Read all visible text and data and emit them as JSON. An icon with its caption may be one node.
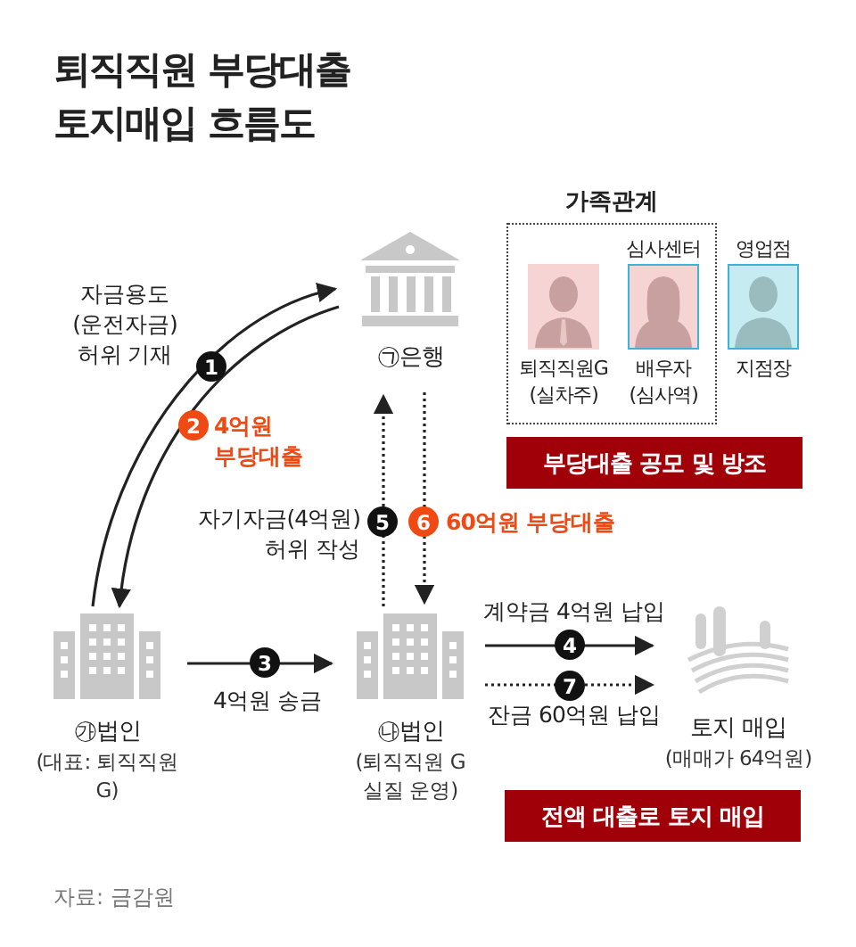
{
  "diagram": {
    "title": "퇴직직원 부당대출 토지매입 흐름도",
    "nodes": [
      {
        "text": [
          "㉠은행"
        ]
      },
      {
        "text": [
          "㉮법인",
          "(대표: 퇴직직원 G)"
        ]
      },
      {
        "text": [
          "㉯법인",
          "(퇴직직원 G 실질 운영)"
        ]
      },
      {
        "text": [
          "토지 매입",
          "(매매가 64억원)"
        ]
      },
      {
        "text": [
          "가족관계"
        ]
      },
      {
        "text": [
          "퇴직직원G (실차주)"
        ],
        "in": 4
      },
      {
        "text": [
          "심사센터",
          "배우자 (심사역)"
        ],
        "in": 4
      },
      {
        "text": [
          "영업점",
          "지점장"
        ]
      },
      {
        "text": [
          "부당대출 공모 및 방조"
        ]
      },
      {
        "text": [
          "전액 대출로 토지 매입"
        ]
      }
    ],
    "edges": [
      {
        "from": 1,
        "to": 0,
        "arrow": "to",
        "label": "자금용도 (운전자금) 허위 기재"
      },
      {
        "from": 0,
        "to": 1,
        "arrow": "to",
        "label": "4억원 부당대출"
      },
      {
        "from": 1,
        "to": 2,
        "arrow": "to",
        "label": "4억원 송금"
      },
      {
        "from": 2,
        "to": 0,
        "arrow": "to",
        "style": "dashed",
        "label": "자기자금(4억원) 허위 작성"
      },
      {
        "from": 0,
        "to": 2,
        "arrow": "to",
        "style": "dashed",
        "label": "60억원 부당대출"
      },
      {
        "from": 2,
        "to": 3,
        "arrow": "to",
        "label": "계약금 4억원 납입"
      },
      {
        "from": 2,
        "to": 3,
        "arrow": "to",
        "style": "dashed",
        "label": "잔금 60억원 납입"
      }
    ],
    "labels": [
      "1",
      "2",
      "3",
      "4",
      "5",
      "6",
      "7",
      "자료: 금감원"
    ]
  }
}
